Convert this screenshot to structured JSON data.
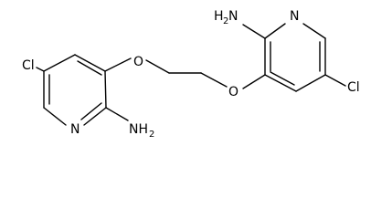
{
  "molecule": {
    "atoms": {
      "cl_left": "Cl",
      "o_left": "O",
      "n_left_ring": "N",
      "nh_left": "NH",
      "nh_left_sub": "2",
      "h2n_right_h": "H",
      "h2n_right_sub": "2",
      "h2n_right_n": "N",
      "n_right_ring": "N",
      "o_right": "O",
      "cl_right": "Cl"
    }
  }
}
